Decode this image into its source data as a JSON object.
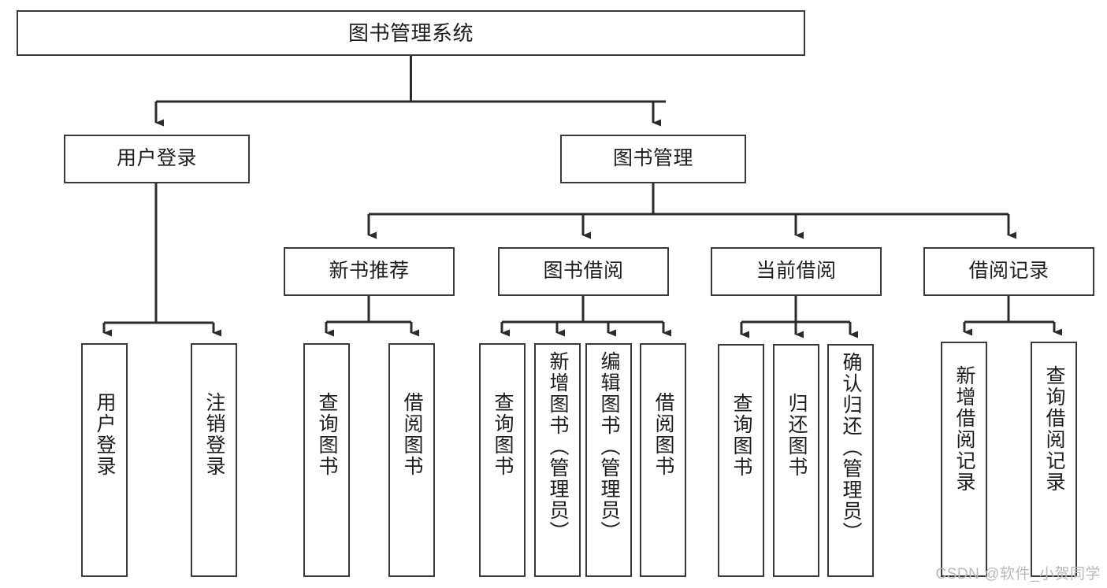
{
  "diagram": {
    "title": "图书管理系统",
    "type": "tree",
    "watermark": "CSDN @软件_小贺同学",
    "colors": {
      "box_border": "#3a3a3a",
      "box_fill": "#ffffff",
      "edge": "#2b2b2b",
      "text": "#1d1d1d",
      "watermark": "#b9b9b9"
    },
    "levels": {
      "root": "图书管理系统",
      "level2": [
        "用户登录",
        "图书管理"
      ],
      "level3": [
        "新书推荐",
        "图书借阅",
        "当前借阅",
        "借阅记录"
      ]
    },
    "nodes": {
      "root": {
        "label": "图书管理系统",
        "orientation": "horizontal"
      },
      "user_login": {
        "label": "用户登录",
        "orientation": "horizontal"
      },
      "book_manage": {
        "label": "图书管理",
        "orientation": "horizontal"
      },
      "new_book_rec": {
        "label": "新书推荐",
        "orientation": "horizontal"
      },
      "book_borrow": {
        "label": "图书借阅",
        "orientation": "horizontal"
      },
      "current_borrow": {
        "label": "当前借阅",
        "orientation": "horizontal"
      },
      "borrow_record": {
        "label": "借阅记录",
        "orientation": "horizontal"
      },
      "leaf_user_login": {
        "label": "用户登录",
        "orientation": "vertical"
      },
      "leaf_logout": {
        "label": "注销登录",
        "orientation": "vertical"
      },
      "leaf_query_book_1": {
        "label": "查询图书",
        "orientation": "vertical"
      },
      "leaf_borrow_book_1": {
        "label": "借阅图书",
        "orientation": "vertical"
      },
      "leaf_query_book_2": {
        "label": "查询图书",
        "orientation": "vertical"
      },
      "leaf_add_book": {
        "label": "新增图书（管理员）",
        "orientation": "vertical"
      },
      "leaf_edit_book": {
        "label": "编辑图书（管理员）",
        "orientation": "vertical"
      },
      "leaf_borrow_book_2": {
        "label": "借阅图书",
        "orientation": "vertical"
      },
      "leaf_query_book_3": {
        "label": "查询图书",
        "orientation": "vertical"
      },
      "leaf_return_book": {
        "label": "归还图书",
        "orientation": "vertical"
      },
      "leaf_confirm_return": {
        "label": "确认归还（管理员）",
        "orientation": "vertical"
      },
      "leaf_add_record": {
        "label": "新增借阅记录",
        "orientation": "vertical"
      },
      "leaf_query_record": {
        "label": "查询借阅记录",
        "orientation": "vertical"
      }
    },
    "edges": [
      {
        "from": "root",
        "to": "user_login"
      },
      {
        "from": "root",
        "to": "book_manage"
      },
      {
        "from": "user_login",
        "to": "leaf_user_login"
      },
      {
        "from": "user_login",
        "to": "leaf_logout"
      },
      {
        "from": "book_manage",
        "to": "new_book_rec"
      },
      {
        "from": "book_manage",
        "to": "book_borrow"
      },
      {
        "from": "book_manage",
        "to": "current_borrow"
      },
      {
        "from": "book_manage",
        "to": "borrow_record"
      },
      {
        "from": "new_book_rec",
        "to": "leaf_query_book_1"
      },
      {
        "from": "new_book_rec",
        "to": "leaf_borrow_book_1"
      },
      {
        "from": "book_borrow",
        "to": "leaf_query_book_2"
      },
      {
        "from": "book_borrow",
        "to": "leaf_add_book"
      },
      {
        "from": "book_borrow",
        "to": "leaf_edit_book"
      },
      {
        "from": "book_borrow",
        "to": "leaf_borrow_book_2"
      },
      {
        "from": "current_borrow",
        "to": "leaf_query_book_3"
      },
      {
        "from": "current_borrow",
        "to": "leaf_return_book"
      },
      {
        "from": "current_borrow",
        "to": "leaf_confirm_return"
      },
      {
        "from": "borrow_record",
        "to": "leaf_add_record"
      },
      {
        "from": "borrow_record",
        "to": "leaf_query_record"
      }
    ]
  }
}
